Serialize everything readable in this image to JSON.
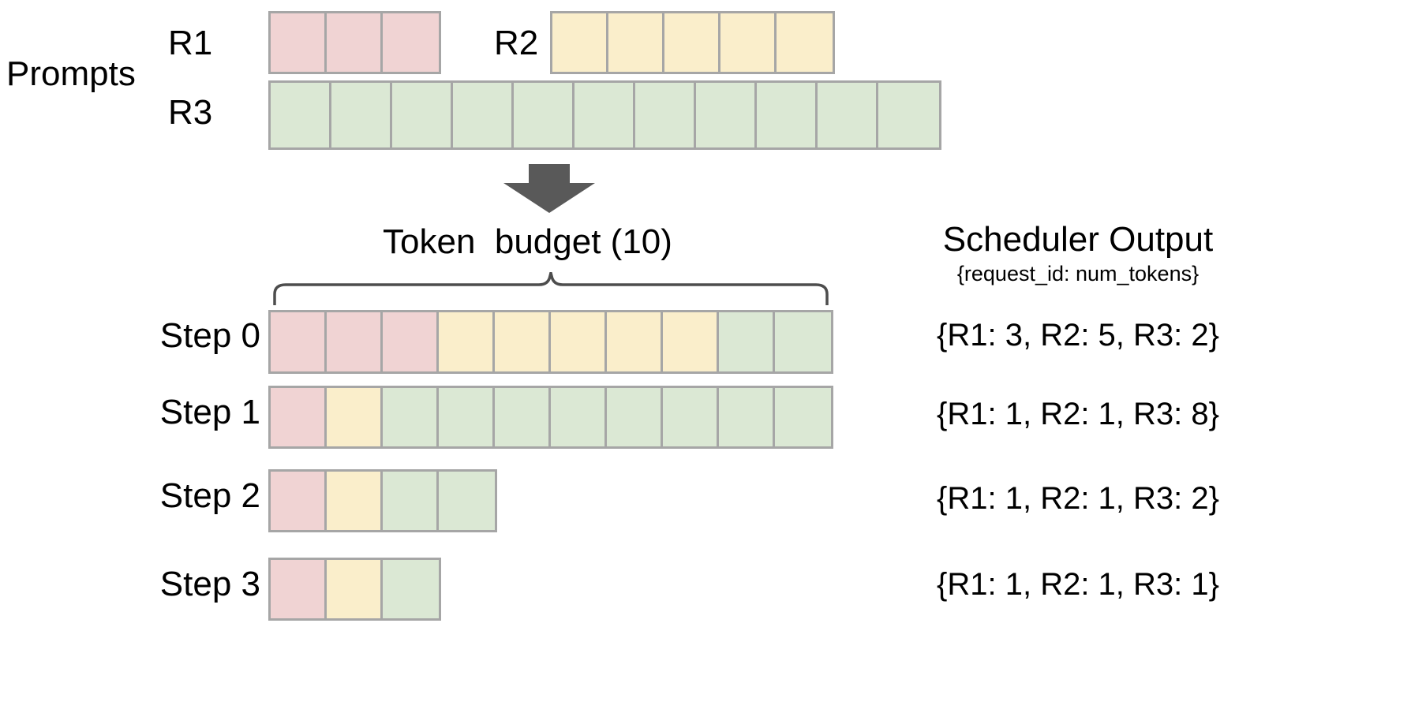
{
  "colors": {
    "r1": "#f0d3d3",
    "r2": "#faeecb",
    "r3": "#dbe8d4",
    "cell_border": "#a6a6a6",
    "arrow": "#595959",
    "brace": "#4d4d4d",
    "text": "#000000",
    "background": "#ffffff"
  },
  "prompts": {
    "section_label": "Prompts",
    "rows": [
      {
        "label": "R1",
        "color_key": "r1",
        "tokens": 3
      },
      {
        "label": "R2",
        "color_key": "r2",
        "tokens": 5
      },
      {
        "label": "R3",
        "color_key": "r3",
        "tokens": 11
      }
    ]
  },
  "flow": {
    "arrow_icon": "arrow-down-icon",
    "budget_label": "Token  budget (10)",
    "budget_value": 10,
    "brace_icon": "curly-brace-icon"
  },
  "schedule": {
    "header_title": "Scheduler Output",
    "header_subtitle": "{request_id: num_tokens}",
    "steps": [
      {
        "label": "Step 0",
        "output": "{R1: 3, R2: 5, R3: 2}",
        "segments": [
          {
            "request": "R1",
            "color_key": "r1",
            "count": 3
          },
          {
            "request": "R2",
            "color_key": "r2",
            "count": 5
          },
          {
            "request": "R3",
            "color_key": "r3",
            "count": 2
          }
        ]
      },
      {
        "label": "Step 1",
        "output": "{R1: 1, R2: 1, R3: 8}",
        "segments": [
          {
            "request": "R1",
            "color_key": "r1",
            "count": 1
          },
          {
            "request": "R2",
            "color_key": "r2",
            "count": 1
          },
          {
            "request": "R3",
            "color_key": "r3",
            "count": 8
          }
        ]
      },
      {
        "label": "Step 2",
        "output": "{R1: 1, R2: 1, R3: 2}",
        "segments": [
          {
            "request": "R1",
            "color_key": "r1",
            "count": 1
          },
          {
            "request": "R2",
            "color_key": "r2",
            "count": 1
          },
          {
            "request": "R3",
            "color_key": "r3",
            "count": 2
          }
        ]
      },
      {
        "label": "Step 3",
        "output": "{R1: 1, R2: 1, R3: 1}",
        "segments": [
          {
            "request": "R1",
            "color_key": "r1",
            "count": 1
          },
          {
            "request": "R2",
            "color_key": "r2",
            "count": 1
          },
          {
            "request": "R3",
            "color_key": "r3",
            "count": 1
          }
        ]
      }
    ]
  }
}
